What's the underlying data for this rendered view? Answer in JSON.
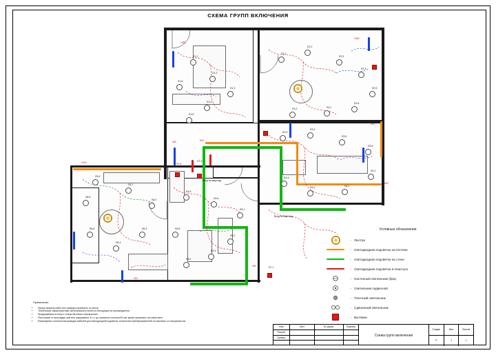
{
  "sheet": {
    "title": "СХЕМА ГРУПП ВКЛЮЧЕНИЯ"
  },
  "legend": {
    "title": "Условные обозначения",
    "dash": "-",
    "items": [
      {
        "symbol": "chandelier",
        "label": "Люстра"
      },
      {
        "symbol": "bar-orange",
        "label": "Светодиодная подсветка на потолке"
      },
      {
        "symbol": "bar-green",
        "label": "Светодиодная подсветка на стене"
      },
      {
        "symbol": "bar-red",
        "label": "Светодиодная подсветка в плинтуса"
      },
      {
        "symbol": "wall-lamp",
        "label": "Настенный светильник (бра)"
      },
      {
        "symbol": "pendant",
        "label": "Светильник подвесной"
      },
      {
        "symbol": "spot",
        "label": "Точечный светильник"
      },
      {
        "symbol": "ceiling",
        "label": "Сдвоенный светильник"
      },
      {
        "symbol": "outlet-red",
        "label": "Вытяжка"
      }
    ]
  },
  "notes": {
    "title": "Примечание:",
    "lines": [
      "Перед началом работ все размеры проверить по месту.",
      "Технические характеристики светильников уточнять в инструкции их производителя.",
      "Придерживаться сетку в точках бетонных перекрытиях.",
      "Расстояние от прокладки шин или шкурования, в т.ч. до натяжного потолка 50 мм, кроме указанных на схеме мест.",
      "Размещение и количество выводов кабелей для светодиодной подсветки, количество преобразователей согласовать со специалистом."
    ]
  },
  "stamp": {
    "rows": [
      {
        "c1": "Изм",
        "c2": "Лист",
        "c3": "№ докум.",
        "c4": "Подпись",
        "c5": "Дата"
      },
      {
        "c1": "Разраб.",
        "c2": "",
        "c3": "",
        "c4": "",
        "c5": ""
      },
      {
        "c1": "Провер.",
        "c2": "",
        "c3": "",
        "c4": "",
        "c5": ""
      },
      {
        "c1": "",
        "c2": "",
        "c3": "",
        "c4": "",
        "c5": ""
      }
    ],
    "drawing_title": "Схема групп включения",
    "stage": "Стадия",
    "sheet_word": "Лист",
    "sheets_word": "Листов",
    "stage_value": "Р",
    "sheet_value": "1",
    "sheets_value": "1"
  },
  "plan": {
    "entry_note": "Вход на квартиру",
    "kitchen_note": "Вход на квартиру",
    "dims": [
      "1050",
      "1050",
      "450",
      "800",
      "450",
      "600",
      "1200",
      "900",
      "400"
    ],
    "circuit_labels": [
      "Л1.1",
      "Л1.2",
      "Л1.3",
      "Л1.4",
      "Л1.5",
      "Л1.6",
      "Л2.1",
      "Л2.2",
      "Л2.3",
      "Л2.4",
      "Л2.5",
      "Л2.6",
      "Л3.1",
      "Л3.2",
      "Л3.3",
      "Л3.4",
      "Л3.5",
      "Л3.6",
      "Л4.1",
      "Л4.2",
      "Л4.3",
      "Л4.4",
      "Л4.5",
      "Л4.6",
      "Л5.1",
      "Л5.2",
      "Л5.3",
      "Л5.4",
      "Л5.5",
      "Л5.6",
      "Л6.1",
      "Л6.2",
      "Л6.3",
      "Л6.4",
      "Л6.5",
      "Л6.6",
      "Л7.1",
      "Л7.2",
      "Л7.3",
      "Л7.4"
    ]
  }
}
